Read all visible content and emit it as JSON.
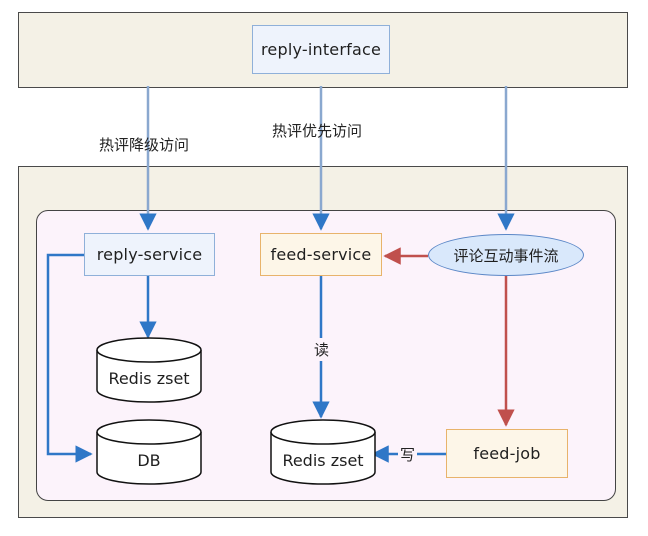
{
  "nodes": {
    "reply_interface": "reply-interface",
    "reply_service": "reply-service",
    "feed_service": "feed-service",
    "event_stream": "评论互动事件流",
    "redis_zset_left": "Redis zset",
    "db": "DB",
    "redis_zset_mid": "Redis zset",
    "feed_job": "feed-job"
  },
  "edges": {
    "degraded_access": "热评降级访问",
    "priority_access": "热评优先访问",
    "read": "读",
    "write": "写"
  },
  "colors": {
    "blue_arrow": "#2f77c7",
    "red_arrow": "#c0504d",
    "band_bg": "#f4f1e6",
    "inner_bg": "#fcf3fb"
  }
}
